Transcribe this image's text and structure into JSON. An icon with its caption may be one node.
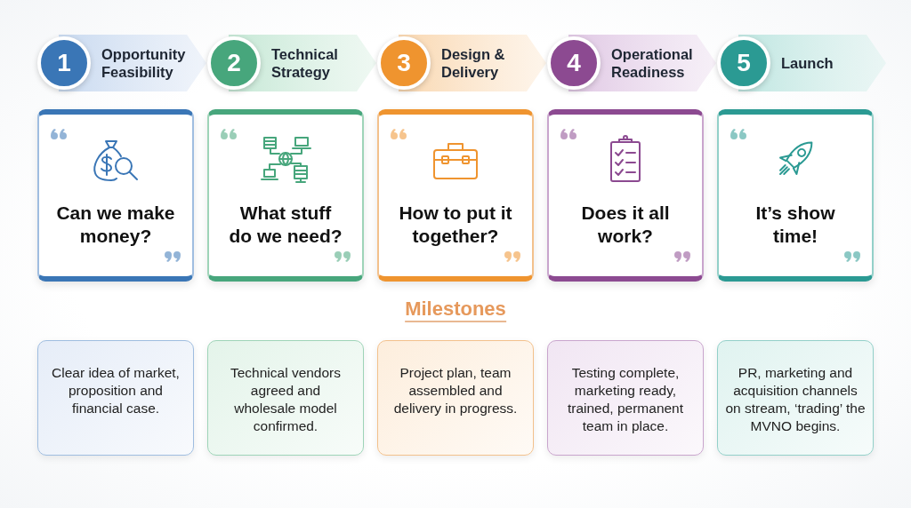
{
  "diagram": {
    "nodes": [
      {
        "text": [
          "1",
          "Opportunity Feasibility"
        ]
      },
      {
        "text": [
          "2",
          "Technical Strategy"
        ]
      },
      {
        "text": [
          "3",
          "Design & Delivery"
        ]
      },
      {
        "text": [
          "4",
          "Operational Readiness"
        ]
      },
      {
        "text": [
          "5",
          "Launch"
        ]
      },
      {
        "text": [
          "Can we make money?"
        ]
      },
      {
        "text": [
          "What stuff do we need?"
        ]
      },
      {
        "text": [
          "How to put it together?"
        ]
      },
      {
        "text": [
          "Does it all work?"
        ]
      },
      {
        "text": [
          "It’s show time!"
        ]
      },
      {
        "text": [
          "Clear idea of market, proposition and financial case."
        ]
      },
      {
        "text": [
          "Technical vendors agreed and wholesale model confirmed."
        ]
      },
      {
        "text": [
          "Project plan, team assembled and delivery in progress."
        ]
      },
      {
        "text": [
          "Testing complete, marketing ready, trained, permanent team in place."
        ]
      },
      {
        "text": [
          "PR, marketing and acquisition channels on stream, ‘trading’ the MVNO begins."
        ]
      }
    ],
    "labels": [
      "Milestones"
    ]
  }
}
